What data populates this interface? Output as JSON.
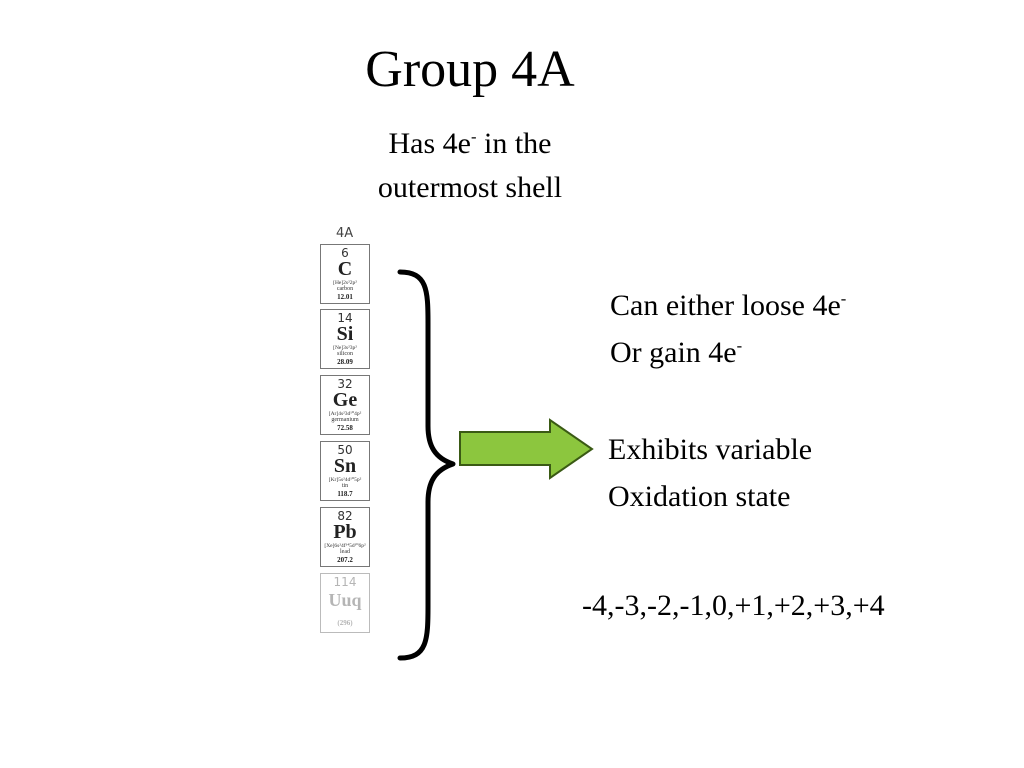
{
  "slide": {
    "title": "Group 4A",
    "subtitle_line1_pre": "Has 4e",
    "subtitle_line1_sup": "-",
    "subtitle_line1_post": " in the",
    "subtitle_line2": "outermost shell"
  },
  "group_label": "4A",
  "elements": [
    {
      "number": "6",
      "symbol": "C",
      "config": "[He]2s²2p²",
      "name": "carbon",
      "mass": "12.01"
    },
    {
      "number": "14",
      "symbol": "Si",
      "config": "[Ne]3s²3p²",
      "name": "silicon",
      "mass": "28.09"
    },
    {
      "number": "32",
      "symbol": "Ge",
      "config": "[Ar]4s²3d¹⁰4p²",
      "name": "germanium",
      "mass": "72.58"
    },
    {
      "number": "50",
      "symbol": "Sn",
      "config": "[Kr]5s²4d¹⁰5p²",
      "name": "tin",
      "mass": "118.7"
    },
    {
      "number": "82",
      "symbol": "Pb",
      "config": "[Xe]6s²4f¹⁴5d¹⁰6p²",
      "name": "lead",
      "mass": "207.2"
    },
    {
      "number": "114",
      "symbol": "Uuq",
      "config": "",
      "name": "",
      "mass": "(296)"
    }
  ],
  "facts": {
    "loose_line1_pre": "Can either loose 4e",
    "loose_line1_sup": "-",
    "loose_line2_pre": "Or gain 4e",
    "loose_line2_sup": "-",
    "variable_line1": "Exhibits variable",
    "variable_line2": "Oxidation state",
    "states": "-4,-3,-2,-1,0,+1,+2,+3,+4"
  },
  "colors": {
    "arrow_fill": "#8cc63e",
    "arrow_stroke": "#3a5a14"
  },
  "icons": {
    "brace": "right-curly-brace",
    "arrow": "right-arrow"
  }
}
